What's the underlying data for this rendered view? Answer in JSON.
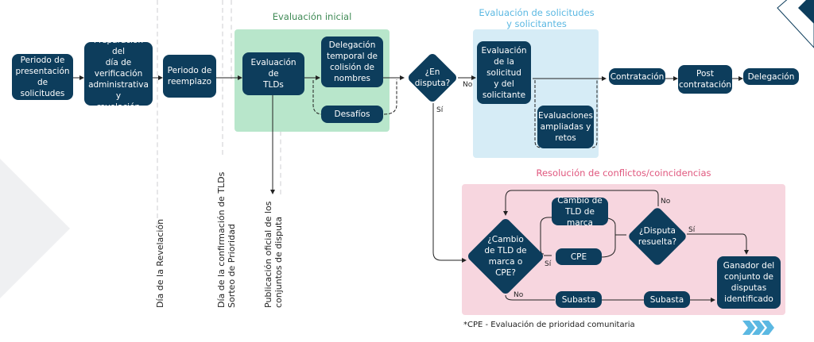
{
  "colors": {
    "node": "#0d3d5c",
    "green_region": "#b8e6cb",
    "green_title": "#3f8a55",
    "blue_region": "#d6ecf6",
    "blue_title": "#5bb8e2",
    "pink_region": "#f7d6df",
    "pink_title": "#e0577e",
    "arrow": "#222222",
    "chevrons": "#5bb8e2"
  },
  "regions": {
    "initial": {
      "title": "Evaluación inicial"
    },
    "applications": {
      "title": "Evaluación de solicitudes\ny solicitantes"
    },
    "contention": {
      "title": "Resolución de conflictos/coincidencias"
    }
  },
  "nodes": {
    "application_period": "Periodo de\npresentación\nde solicitudes",
    "reveal_prep": "Preparación del\ndía de\nverificación\nadministrativa y\nrevelación",
    "replacement_period": "Periodo de\nreemplazo",
    "tld_evaluation": "Evaluación de\nTLDs",
    "name_collision": "Delegación\ntemporal de\ncolisión de\nnombres",
    "challenges": "Desafíos",
    "in_contention": "¿En\ndisputa?",
    "application_applicant_eval": "Evaluación\nde la\nsolicitud\ny del\nsolicitante",
    "extended_eval": "Evaluaciones\nampliadas y\nretos",
    "contracting": "Contratación",
    "post_contracting": "Post\ncontratación",
    "delegation": "Delegación",
    "brand_or_cpe": "¿Cambio\nde TLD de\nmarca o\nCPE?",
    "brand_tld_change": "Cambio de\nTLD de marca",
    "cpe": "CPE",
    "dispute_resolved": "¿Disputa\nresuelta?",
    "auction_1": "Subasta",
    "auction_2": "Subasta",
    "winner": "Ganador del\nconjunto de\ndisputas\nidentificado"
  },
  "edge_labels": {
    "contention_no": "No",
    "contention_yes": "Sí",
    "brand_yes": "Sí",
    "brand_no": "No",
    "resolved_no": "No",
    "resolved_yes": "Sí"
  },
  "milestones": {
    "reveal_day": "Día de la Revelación",
    "confirmation_day": "Día de la confirmación de TLDs\nSorteo de Prioridad",
    "contention_sets": "Publicación oficial de los\nconjuntos de disputa"
  },
  "footnote": "*CPE - Evaluación de prioridad comunitaria"
}
